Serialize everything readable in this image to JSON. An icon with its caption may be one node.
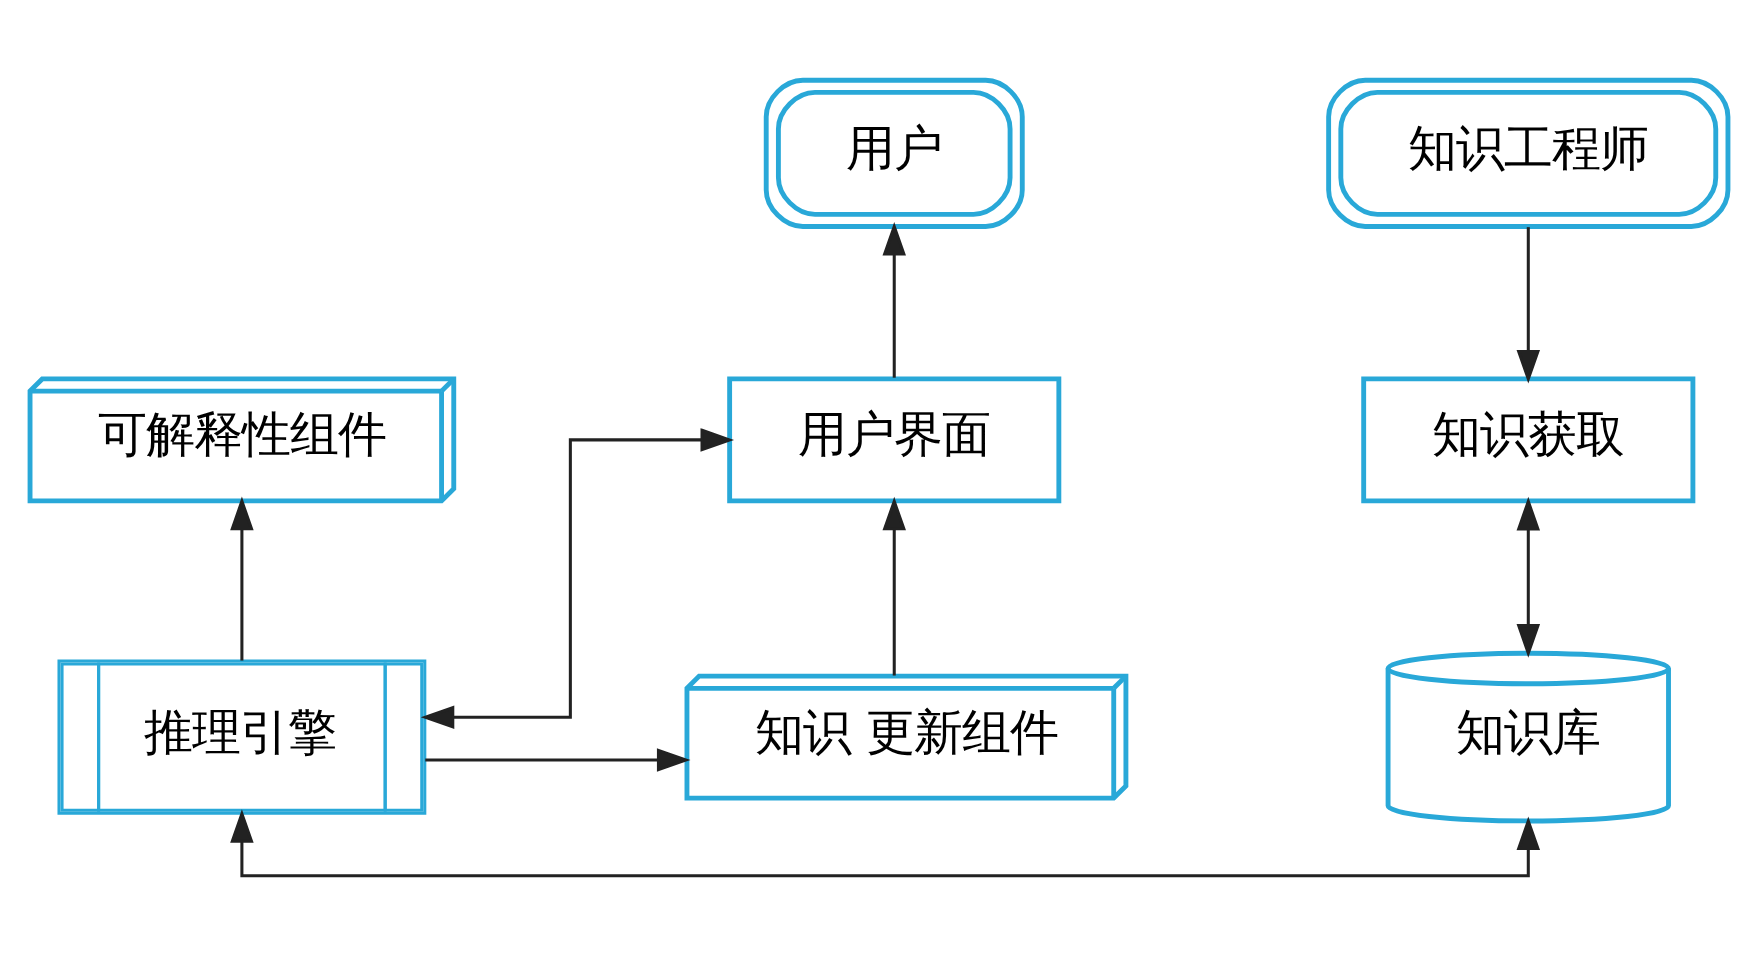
{
  "diagram": {
    "nodes": [
      {
        "text": [
          "用户"
        ]
      },
      {
        "text": [
          "知识工程师"
        ]
      },
      {
        "text": [
          "用户界面"
        ]
      },
      {
        "text": [
          "可解释性组件"
        ]
      },
      {
        "text": [
          "知识获取"
        ]
      },
      {
        "text": [
          "知识 更新组件"
        ]
      },
      {
        "text": [
          "推理引擎"
        ]
      },
      {
        "text": [
          "知识库"
        ]
      }
    ],
    "edges": [
      {
        "from": 2,
        "to": 0,
        "arrow": "to"
      },
      {
        "from": 1,
        "to": 4,
        "arrow": "to"
      },
      {
        "from": 5,
        "to": 2,
        "arrow": "to"
      },
      {
        "from": 6,
        "to": 3,
        "arrow": "to"
      },
      {
        "from": 4,
        "to": 7,
        "arrow": "both"
      },
      {
        "from": 6,
        "to": 5,
        "arrow": "to"
      },
      {
        "from": 2,
        "to": 6,
        "arrow": "both"
      },
      {
        "from": 6,
        "to": 7,
        "arrow": "both"
      }
    ]
  }
}
